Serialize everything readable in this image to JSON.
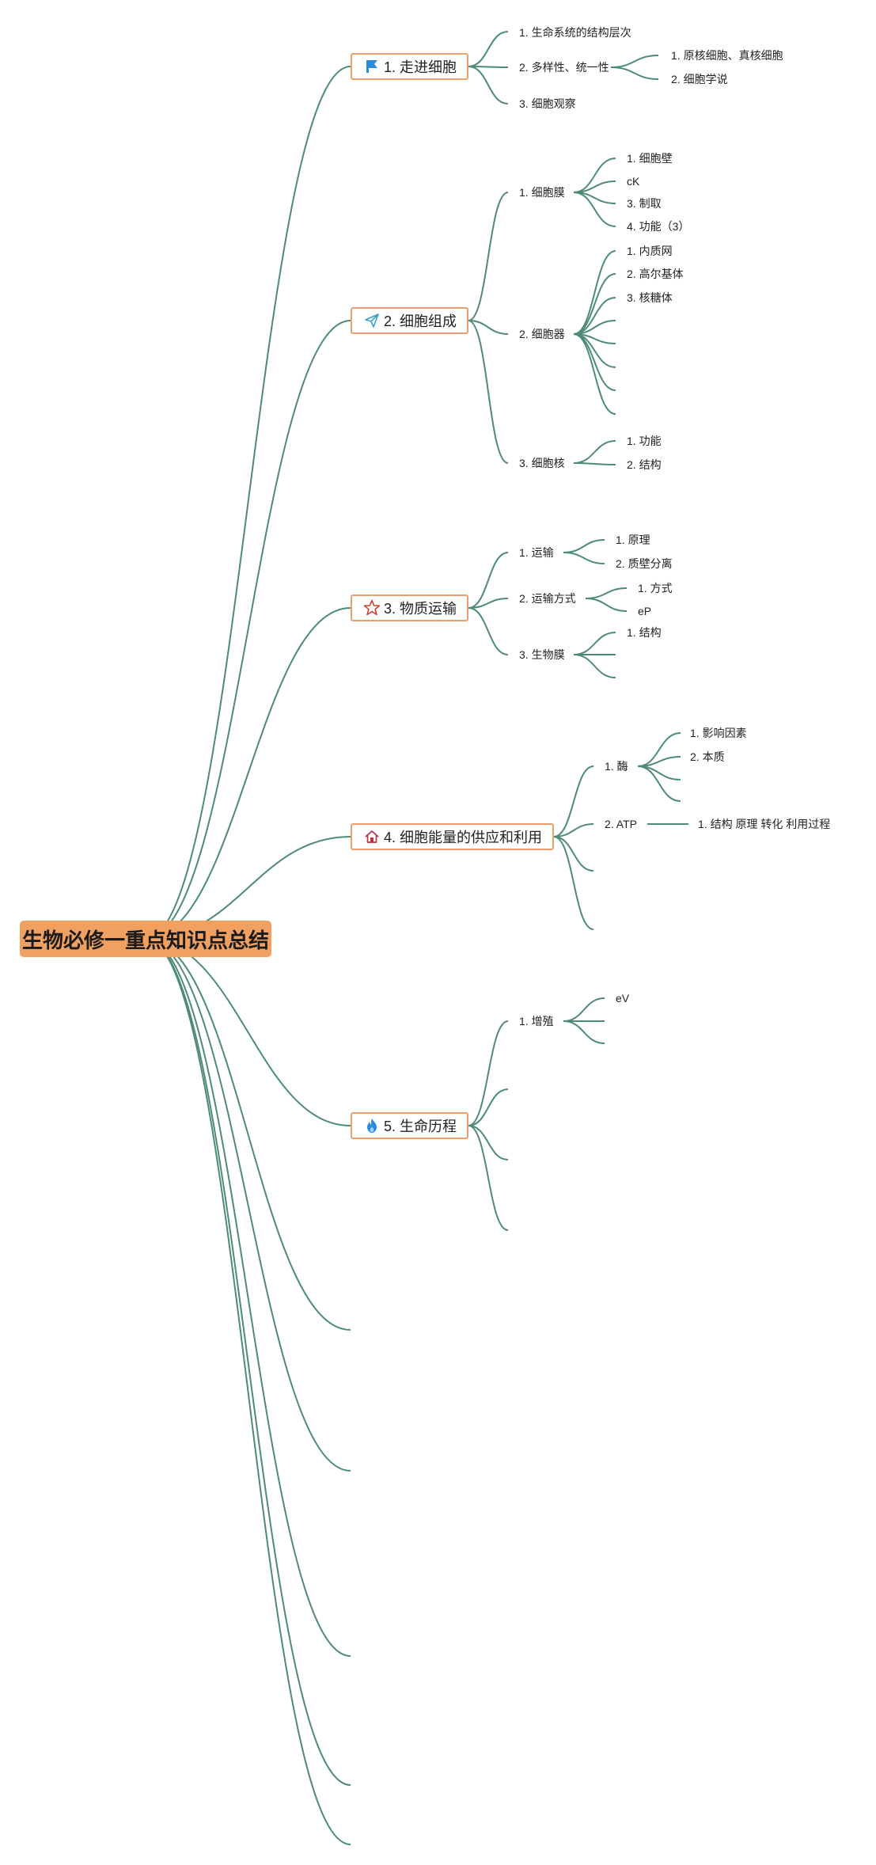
{
  "root": {
    "title": "生物必修一重点知识点总结"
  },
  "topics": [
    {
      "label": "1. 走进细胞",
      "icon": "flag-icon"
    },
    {
      "label": "2. 细胞组成",
      "icon": "paper-plane-icon"
    },
    {
      "label": "3. 物质运输",
      "icon": "star-icon"
    },
    {
      "label": "4. 细胞能量的供应和利用",
      "icon": "home-icon"
    },
    {
      "label": "5. 生命历程",
      "icon": "flame-icon"
    }
  ],
  "nodes": {
    "t1": {
      "a": "1. 生命系统的结构层次",
      "b": "2. 多样性、统一性",
      "b1": "1. 原核细胞、真核细胞",
      "b2": "2. 细胞学说",
      "c": "3. 细胞观察"
    },
    "t2": {
      "a": "1. 细胞膜",
      "a1": "1. 细胞壁",
      "a2": "cK",
      "a3": "3. 制取",
      "a4": "4. 功能（3）",
      "b": "2. 细胞器",
      "b1": "1. 内质网",
      "b2": "2. 高尔基体",
      "b3": "3. 核糖体",
      "c": "3. 细胞核",
      "c1": "1. 功能",
      "c2": "2. 结构"
    },
    "t3": {
      "a": "1. 运输",
      "a1": "1. 原理",
      "a2": "2. 质壁分离",
      "b": "2. 运输方式",
      "b1": "1. 方式",
      "b2": "eP",
      "c": "3. 生物膜",
      "c1": "1. 结构"
    },
    "t4": {
      "a": "1. 酶",
      "a1": "1. 影响因素",
      "a2": "2. 本质",
      "b": "2. ATP",
      "b1": "1. 结构 原理 转化 利用过程"
    },
    "t5": {
      "a": "1. 增殖",
      "a1": "eV"
    }
  },
  "colors": {
    "link": "#4e8a78",
    "root_fill": "#f0a060",
    "topic_border": "#e8a070",
    "flag": "#2a8bd8",
    "plane": "#3aa0c8",
    "star": "#d04030",
    "home": "#c03040",
    "flame": "#2a88e0"
  }
}
